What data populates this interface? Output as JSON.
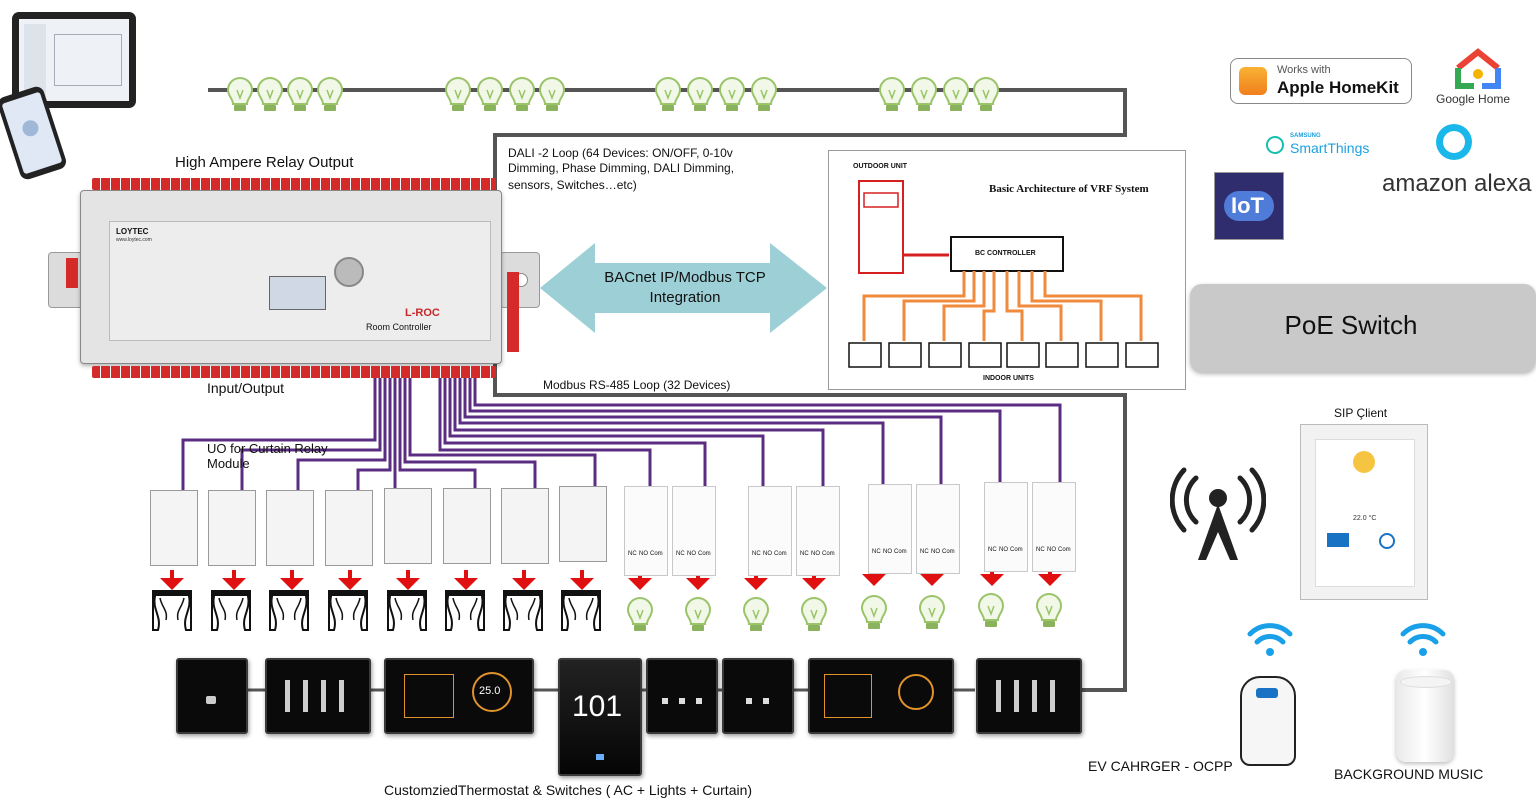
{
  "controller": {
    "relay_title": "High Ampere Relay Output",
    "brand": "LOYTEC",
    "brand_site": "www.loytec.com",
    "model": "L-ROC",
    "subtitle": "Room Controller",
    "io_label": "Input/Output"
  },
  "dali": {
    "line1": "DALI -2 Loop  (64 Devices: ON/OFF, 0-10v",
    "line2": "Dimming, Phase Dimming, DALI Dimming,",
    "line3": "sensors, Switches…etc)"
  },
  "integration": {
    "line1": "BACnet IP/Modbus TCP",
    "line2": "Integration"
  },
  "modbus_label": "Modbus RS-485 Loop (32 Devices)",
  "vrf": {
    "title": "Basic Architecture of VRF System",
    "outdoor": "OUTDOOR UNIT",
    "bc": "BC CONTROLLER",
    "indoor": "INDOOR UNITS"
  },
  "uo_label": {
    "line1": "UO for Curtain Relay",
    "line2": "Module"
  },
  "relay_contacts": {
    "nc": "NC",
    "no": "NO",
    "com": "Com"
  },
  "thermostat_caption": "CustomziedThermostat & Switches  ( AC + Lights + Curtain)",
  "room_number": "101",
  "thermostat_temp": "25.0",
  "ecosystem": {
    "homekit_small": "Works with",
    "homekit_big": "Apple HomeKit",
    "google": "Google Home",
    "samsung_small": "SAMSUNG",
    "smartthings": "SmartThings",
    "alexa": "amazon alexa",
    "iot": "IoT"
  },
  "poe_switch": "PoE Switch",
  "sip": {
    "label": "SIP Çlient",
    "temp": "22.0 °C"
  },
  "ev_label": "EV CAHRGER - OCPP",
  "music_label": "BACKGROUND MUSIC",
  "colors": {
    "purple_wire": "#5b2d82",
    "red_terminal": "#d42a2a",
    "arrow_red": "#e01010",
    "wifi_blue": "#1aa0e8",
    "teal_arrow": "#9ccfd6",
    "vrf_orange": "#f08a3c",
    "vrf_red": "#d62020"
  },
  "icons": [
    "bulb-icon",
    "curtain-icon",
    "wifi-icon",
    "antenna-icon",
    "tablet-icon",
    "phone-icon",
    "homekit-icon",
    "google-home-icon",
    "alexa-icon",
    "iot-cloud-icon",
    "ev-charger-icon",
    "speaker-icon"
  ]
}
